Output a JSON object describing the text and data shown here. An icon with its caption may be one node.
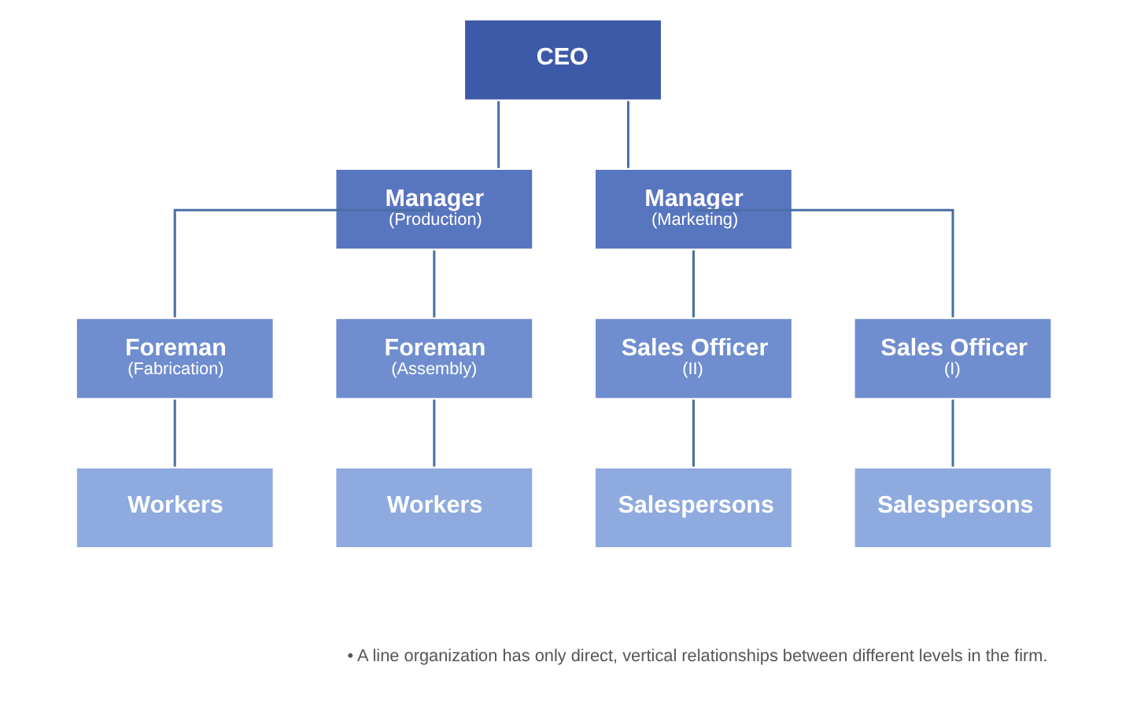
{
  "diagram": {
    "nodes": [
      {
        "text": [
          "CEO"
        ]
      },
      {
        "text": [
          "Manager",
          "(Production)"
        ]
      },
      {
        "text": [
          "Manager",
          "(Marketing)"
        ]
      },
      {
        "text": [
          "Foreman",
          "(Fabrication)"
        ]
      },
      {
        "text": [
          "Foreman",
          "(Assembly)"
        ]
      },
      {
        "text": [
          "Sales Officer",
          "(II)"
        ]
      },
      {
        "text": [
          "Sales Officer",
          "(I)"
        ]
      },
      {
        "text": [
          "Workers"
        ]
      },
      {
        "text": [
          "Workers"
        ]
      },
      {
        "text": [
          "Salespersons"
        ]
      },
      {
        "text": [
          "Salespersons"
        ]
      }
    ],
    "edges": [
      {
        "from": 0,
        "to": 1,
        "arrow": "none"
      },
      {
        "from": 0,
        "to": 2,
        "arrow": "none"
      },
      {
        "from": 1,
        "to": 3,
        "arrow": "none"
      },
      {
        "from": 1,
        "to": 4,
        "arrow": "none"
      },
      {
        "from": 2,
        "to": 5,
        "arrow": "none"
      },
      {
        "from": 2,
        "to": 6,
        "arrow": "none"
      },
      {
        "from": 3,
        "to": 7,
        "arrow": "none"
      },
      {
        "from": 4,
        "to": 8,
        "arrow": "none"
      },
      {
        "from": 5,
        "to": 9,
        "arrow": "none"
      },
      {
        "from": 6,
        "to": 10,
        "arrow": "none"
      }
    ],
    "labels": [
      "• A line organization has only direct, vertical relationships between different levels in the firm."
    ]
  }
}
